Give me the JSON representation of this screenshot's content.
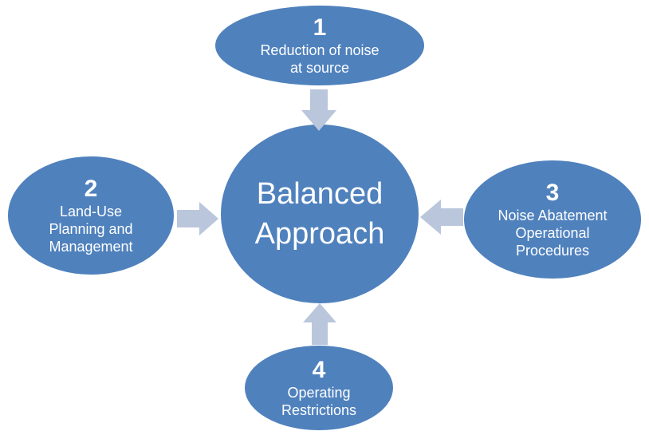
{
  "center": {
    "label": "Balanced\nApproach"
  },
  "items": [
    {
      "number": "1",
      "label": "Reduction of noise\nat source"
    },
    {
      "number": "2",
      "label": "Land-Use\nPlanning and\nManagement"
    },
    {
      "number": "3",
      "label": "Noise Abatement\nOperational\nProcedures"
    },
    {
      "number": "4",
      "label": "Operating\nRestrictions"
    }
  ],
  "colors": {
    "ellipse_fill": "#4f81bd",
    "arrow_fill": "#b9c6dc",
    "text": "#ffffff"
  }
}
